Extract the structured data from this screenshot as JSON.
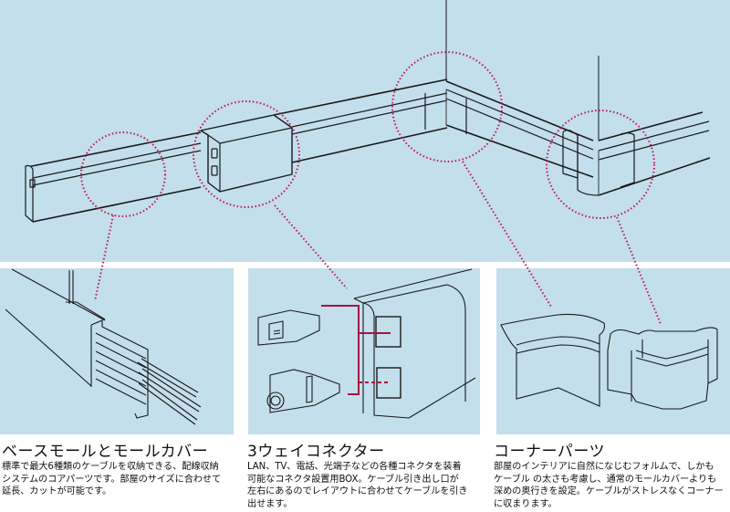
{
  "colors": {
    "background": "#c3dfec",
    "line": "#1a1a1a",
    "callout": "#c0144a"
  },
  "sections": [
    {
      "title": "ベースモールとモールカバー",
      "lines": [
        "標準で最大6種類のケーブルを収納できる、配線収納",
        "システムのコアパーツです。部屋のサイズに合わせて",
        "延長、カットが可能です。"
      ]
    },
    {
      "title": "3ウェイコネクター",
      "lines": [
        "LAN、TV、電話、光端子などの各種コネクタを装着",
        "可能なコネクタ設置用BOX。ケーブル引き出し口が",
        "左右にあるのでレイアウトに合わせてケーブルを引き",
        "出せます。"
      ]
    },
    {
      "title": "コーナーパーツ",
      "lines": [
        "部屋のインテリアに自然になじむフォルムで、しかも",
        "ケーブル の太さも考慮し、通常のモールカバーよりも",
        "深めの奥行きを設定。ケーブルがストレスなくコーナー",
        "に収まります。"
      ]
    }
  ]
}
